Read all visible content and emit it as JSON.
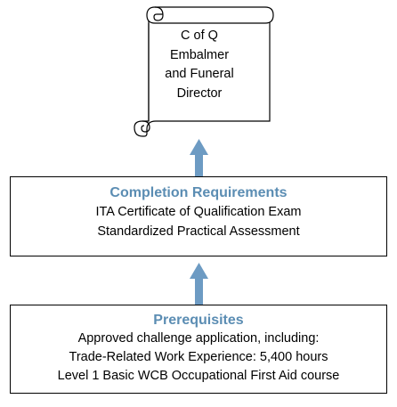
{
  "certificate": {
    "lines": [
      "C of Q",
      "Embalmer",
      "and Funeral",
      "Director"
    ]
  },
  "completion": {
    "heading": "Completion Requirements",
    "lines": [
      "ITA Certificate of Qualification Exam",
      "Standardized Practical Assessment"
    ]
  },
  "prerequisites": {
    "heading": "Prerequisites",
    "lines": [
      "Approved challenge application, including:",
      "Trade-Related Work Experience: 5,400 hours",
      "Level 1 Basic WCB Occupational First Aid course"
    ]
  },
  "colors": {
    "heading": "#5b8db3",
    "arrow": "#6d9bc3"
  }
}
